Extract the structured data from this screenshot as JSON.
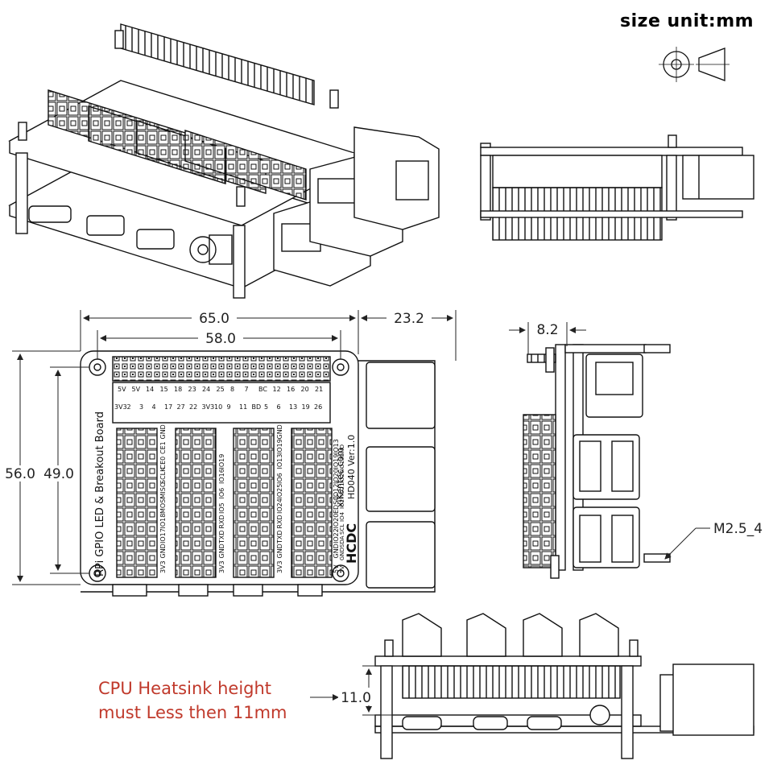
{
  "header": {
    "size_unit": "size unit:mm"
  },
  "top_view": {
    "dims": {
      "outer_width": "65.0",
      "hole_width": "58.0",
      "ports_width": "23.2",
      "outer_height": "56.0",
      "hole_height": "49.0"
    },
    "board_name": "RPi GPIO LED & Breakout Board",
    "site": "xiKentec.com",
    "version": "HD040 Ver:1.0",
    "logo": "HCDC",
    "header_row1": [
      "5V",
      "5V",
      "14",
      "15",
      "18",
      "23",
      "24",
      "25",
      "8",
      "7",
      "BC",
      "12",
      "16",
      "20",
      "21"
    ],
    "header_row2": [
      "3V3",
      "2",
      "3",
      "4",
      "17",
      "27",
      "22",
      "3V3",
      "10",
      "9",
      "11",
      "BD",
      "5",
      "6",
      "13",
      "19",
      "26"
    ],
    "col1": [
      "3V3",
      "GND",
      "IO17",
      "IO18",
      "MOSI",
      "MISO",
      "SCLK",
      "CE0",
      "CE1",
      "GND"
    ],
    "col2": [
      "3V3",
      "GND",
      "TXD",
      "RXD",
      "IO5",
      "IO6",
      "IO16",
      "IO19"
    ],
    "col3": [
      "3V3",
      "GND",
      "TXD",
      "RXD",
      "IO24",
      "IO25",
      "IO6",
      "IO13",
      "IO19",
      "GND"
    ],
    "col4": [
      "5V",
      "GND",
      "IO22",
      "IO20",
      "EDSC",
      "IO12",
      "IO20",
      "IO19",
      "IO13"
    ],
    "col5": [
      "5V",
      "GND",
      "SDA",
      "SCL",
      "IO4",
      "IO27",
      "IO21",
      "IO26",
      "IO13",
      "GND"
    ]
  },
  "side_view": {
    "dims": {
      "depth": "8.2",
      "screw": "M2.5_4"
    }
  },
  "bottom_view": {
    "dims": {
      "heatsink": "11.0"
    },
    "note_line1": "CPU Heatsink height",
    "note_line2": "must Less then 11mm"
  },
  "colors": {
    "accent": "#c0392b",
    "line": "#111111"
  }
}
